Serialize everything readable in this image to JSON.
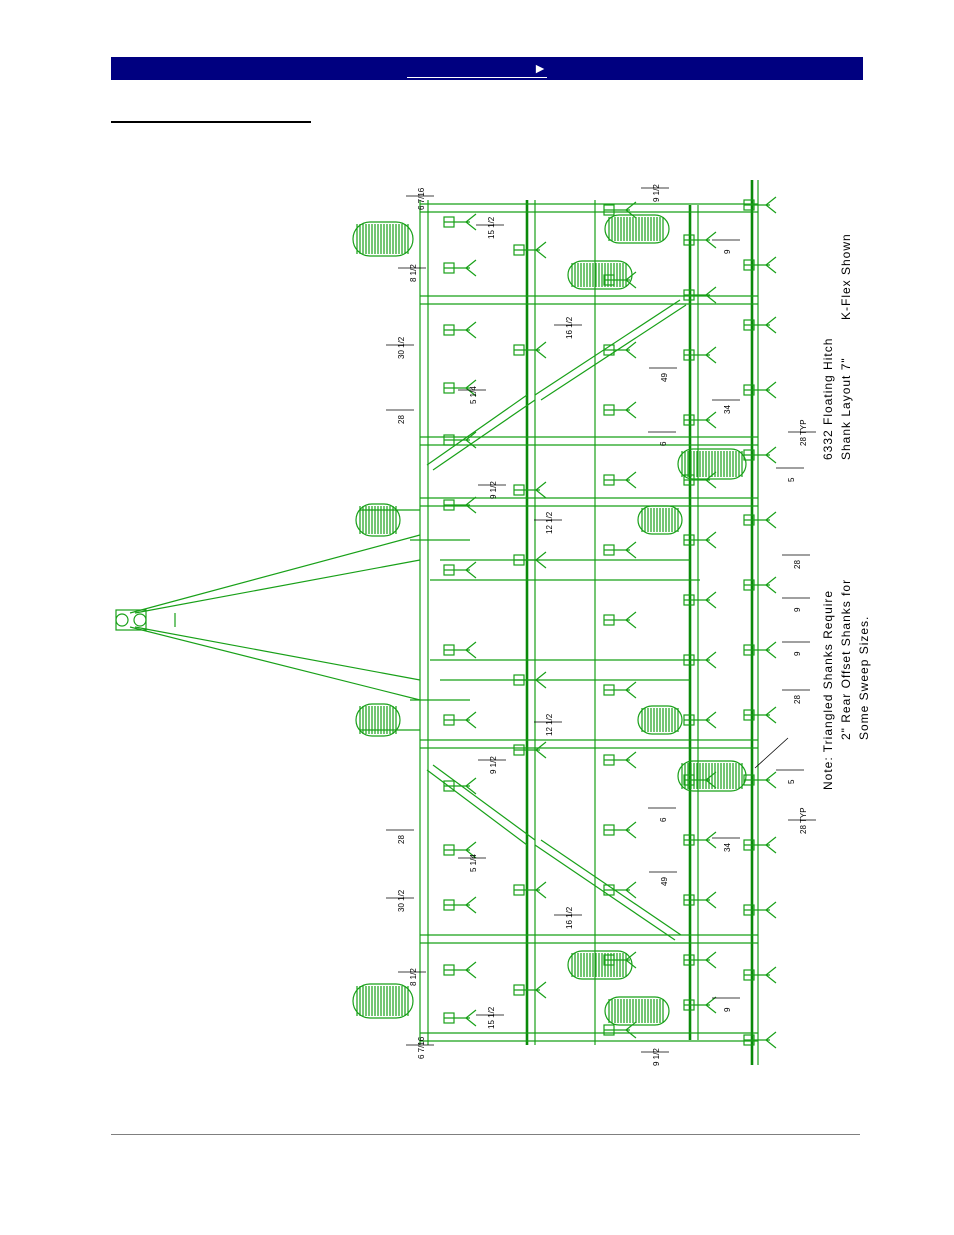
{
  "header": {
    "nav_arrow": "►"
  },
  "drawing": {
    "caption": [
      "6332 Floating Hitch",
      "Shank Layout 7\"",
      "K-Flex Shown"
    ],
    "note": [
      "Note:  Triangled Shanks Require",
      "2\" Rear Offset Shanks for",
      "Some Sweep Sizes."
    ],
    "dimensions_upper": [
      "6 7/16",
      "15 1/2",
      "8 1/2",
      "30 1/2",
      "28",
      "5 1/4",
      "9 1/2",
      "12 1/2",
      "16 1/2",
      "49",
      "6",
      "34",
      "28 TYP",
      "5",
      "9",
      "9 1/2",
      "28",
      "9",
      "9",
      "28"
    ],
    "dimensions_lower": [
      "6 7/16",
      "15 1/2",
      "8 1/2",
      "30 1/2",
      "28",
      "5 1/4",
      "9 1/2",
      "12 1/2",
      "16 1/2",
      "49",
      "6",
      "34",
      "28 TYP",
      "5",
      "9",
      "9 1/2"
    ],
    "colors": {
      "frame": "#18a018",
      "banner": "#000080"
    }
  }
}
